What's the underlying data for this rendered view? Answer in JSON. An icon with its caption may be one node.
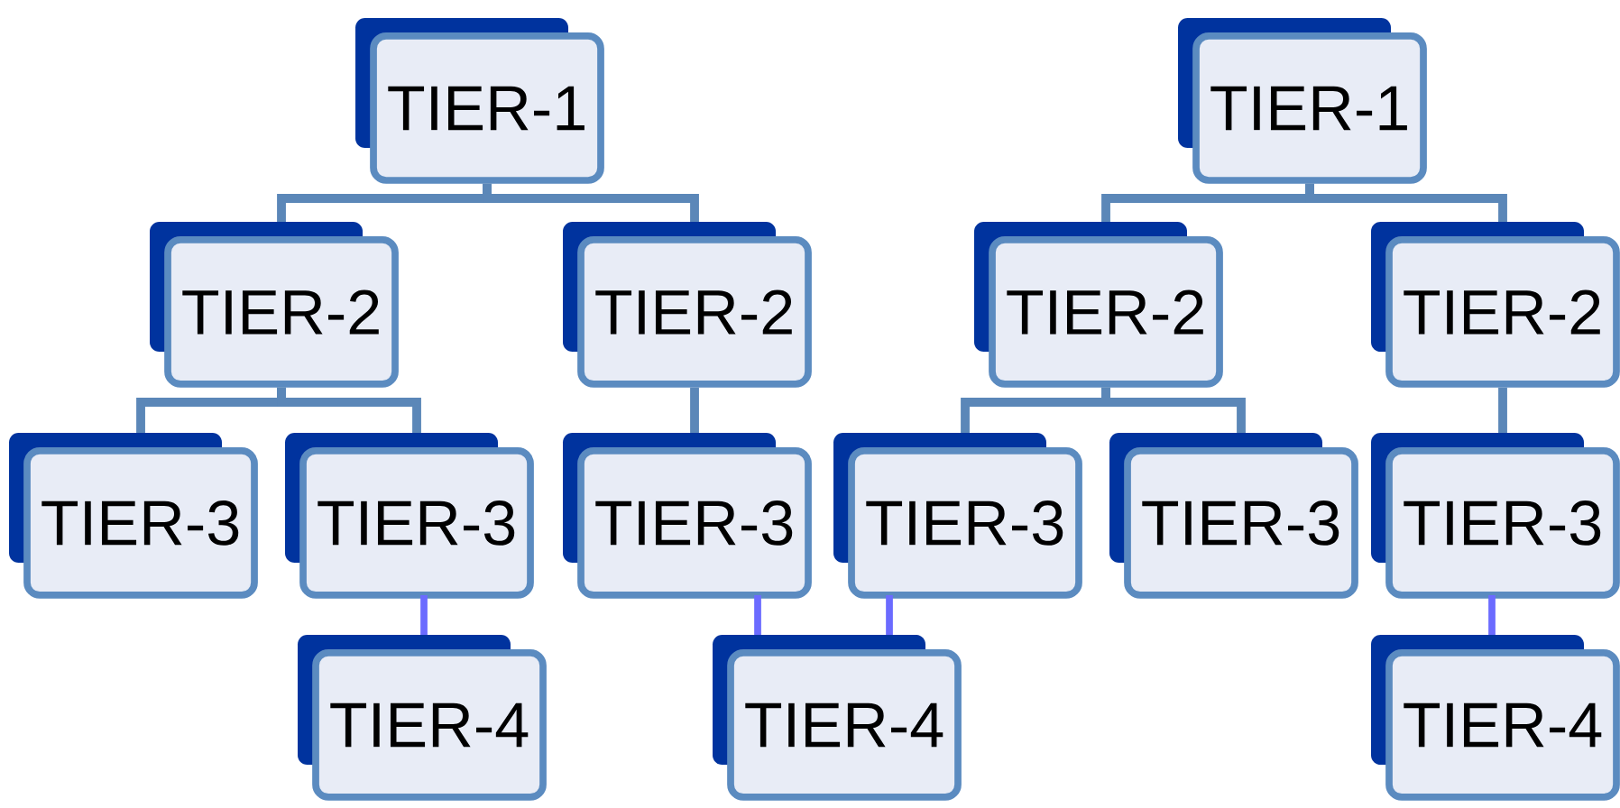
{
  "diagram": {
    "nodes": [
      {
        "text": [
          "TIER-1"
        ]
      },
      {
        "text": [
          "TIER-1"
        ]
      },
      {
        "text": [
          "TIER-2"
        ]
      },
      {
        "text": [
          "TIER-2"
        ]
      },
      {
        "text": [
          "TIER-2"
        ]
      },
      {
        "text": [
          "TIER-2"
        ]
      },
      {
        "text": [
          "TIER-3"
        ]
      },
      {
        "text": [
          "TIER-3"
        ]
      },
      {
        "text": [
          "TIER-3"
        ]
      },
      {
        "text": [
          "TIER-3"
        ]
      },
      {
        "text": [
          "TIER-3"
        ]
      },
      {
        "text": [
          "TIER-3"
        ]
      },
      {
        "text": [
          "TIER-4"
        ]
      },
      {
        "text": [
          "TIER-4"
        ]
      },
      {
        "text": [
          "TIER-4"
        ]
      }
    ],
    "edges": [
      {
        "from": 0,
        "to": 2,
        "arrow": "none"
      },
      {
        "from": 0,
        "to": 3,
        "arrow": "none"
      },
      {
        "from": 1,
        "to": 4,
        "arrow": "none"
      },
      {
        "from": 1,
        "to": 5,
        "arrow": "none"
      },
      {
        "from": 2,
        "to": 6,
        "arrow": "none"
      },
      {
        "from": 2,
        "to": 7,
        "arrow": "none"
      },
      {
        "from": 3,
        "to": 8,
        "arrow": "none"
      },
      {
        "from": 4,
        "to": 9,
        "arrow": "none"
      },
      {
        "from": 4,
        "to": 10,
        "arrow": "none"
      },
      {
        "from": 5,
        "to": 11,
        "arrow": "none"
      },
      {
        "from": 7,
        "to": 12,
        "arrow": "none",
        "color": "#6b6bff"
      },
      {
        "from": 8,
        "to": 13,
        "arrow": "none",
        "color": "#6b6bff"
      },
      {
        "from": 9,
        "to": 13,
        "arrow": "none",
        "color": "#6b6bff"
      },
      {
        "from": 11,
        "to": 14,
        "arrow": "none",
        "color": "#6b6bff"
      }
    ]
  }
}
